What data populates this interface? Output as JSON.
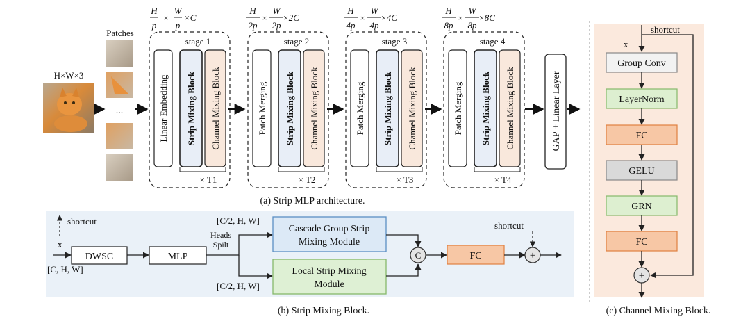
{
  "colors": {
    "panel_b_bg": "#eaf1f8",
    "panel_c_bg": "#fbe9dd",
    "strip_fill": "#e8eef7",
    "channel_fill": "#f9e8dc",
    "cascade_fill": "#dce9f6",
    "cascade_stroke": "#5b8fc4",
    "local_fill": "#def0d4",
    "local_stroke": "#86b86a",
    "fc_fill": "#f7c7a5",
    "fc_stroke": "#e08040",
    "gelu_fill": "#d9d9d9",
    "ln_fill": "#ddefd0",
    "arrow": "#222222"
  },
  "panel_a": {
    "input_label": "H×W×3",
    "patches_label": "Patches",
    "ellipsis": "...",
    "caption": "(a) Strip MLP architecture.",
    "stages": [
      {
        "name": "stage 1",
        "first_block": "Linear Embedding",
        "repeat": "× T1",
        "dims": {
          "h_num": "H",
          "h_den": "p",
          "w_num": "W",
          "w_den": "p",
          "c": "×C"
        }
      },
      {
        "name": "stage 2",
        "first_block": "Patch Merging",
        "repeat": "× T2",
        "dims": {
          "h_num": "H",
          "h_den": "2p",
          "w_num": "W",
          "w_den": "2p",
          "c": "×2C"
        }
      },
      {
        "name": "stage 3",
        "first_block": "Patch Merging",
        "repeat": "× T3",
        "dims": {
          "h_num": "H",
          "h_den": "4p",
          "w_num": "W",
          "w_den": "4p",
          "c": "×4C"
        }
      },
      {
        "name": "stage 4",
        "first_block": "Patch Merging",
        "repeat": "× T4",
        "dims": {
          "h_num": "H",
          "h_den": "8p",
          "w_num": "W",
          "w_den": "8p",
          "c": "×8C"
        }
      }
    ],
    "strip_block": "Strip Mixing Block",
    "channel_block": "Channel Mixing Block",
    "times_sign": "×",
    "head": "GAP + Linear Layer"
  },
  "panel_b": {
    "shortcut_in": "shortcut",
    "x_label": "x",
    "dim_in": "[C, H, W]",
    "dwsc": "DWSC",
    "mlp": "MLP",
    "heads_split_1": "Heads",
    "heads_split_2": "Spilt",
    "dim_top": "[C/2, H, W]",
    "dim_bottom": "[C/2, H, W]",
    "cascade_1": "Cascade Group Strip",
    "cascade_2": "Mixing Module",
    "local_1": "Local Strip Mixing",
    "local_2": "Module",
    "concat": "C",
    "fc": "FC",
    "shortcut_out": "shortcut",
    "plus": "+",
    "caption": "(b) Strip Mixing Block."
  },
  "panel_c": {
    "shortcut": "shortcut",
    "x_label": "x",
    "blocks": [
      "Group Conv",
      "LayerNorm",
      "FC",
      "GELU",
      "GRN",
      "FC"
    ],
    "plus": "+",
    "caption": "(c) Channel Mixing Block."
  }
}
